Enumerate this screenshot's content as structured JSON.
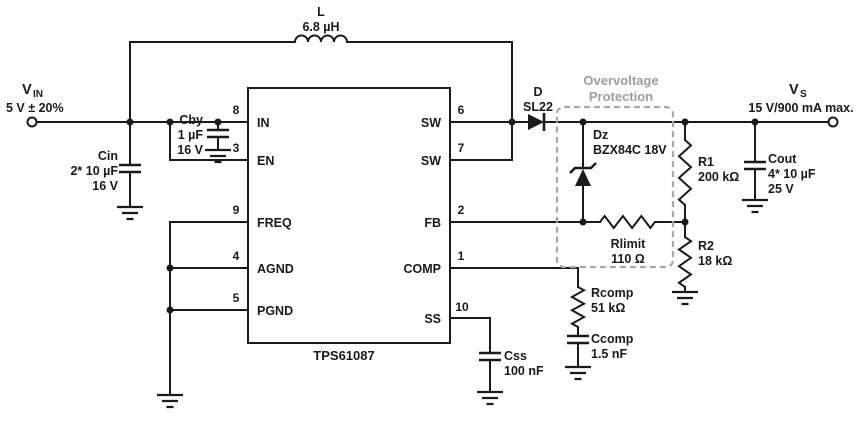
{
  "ic": {
    "part": "TPS61087",
    "pins_left": [
      {
        "num": "8",
        "name": "IN"
      },
      {
        "num": "3",
        "name": "EN"
      },
      {
        "num": "9",
        "name": "FREQ"
      },
      {
        "num": "4",
        "name": "AGND"
      },
      {
        "num": "5",
        "name": "PGND"
      }
    ],
    "pins_right": [
      {
        "num": "6",
        "name": "SW"
      },
      {
        "num": "7",
        "name": "SW"
      },
      {
        "num": "2",
        "name": "FB"
      },
      {
        "num": "1",
        "name": "COMP"
      },
      {
        "num": "10",
        "name": "SS"
      }
    ]
  },
  "input": {
    "symbol": "V",
    "sub": "IN",
    "value": "5 V ± 20%"
  },
  "output": {
    "symbol": "V",
    "sub": "S",
    "value": "15 V/900 mA max."
  },
  "inductor": {
    "ref": "L",
    "value": "6.8 µH"
  },
  "cin": {
    "ref": "Cin",
    "line1": "2* 10 µF",
    "line2": "16 V"
  },
  "cby": {
    "ref": "Cby",
    "line1": "1 µF",
    "line2": "16 V"
  },
  "diode": {
    "ref": "D",
    "value": "SL22"
  },
  "zener": {
    "ref": "Dz",
    "value": "BZX84C 18V"
  },
  "ovp": {
    "line1": "Overvoltage",
    "line2": "Protection"
  },
  "rlimit": {
    "ref": "Rlimit",
    "value": "110 Ω"
  },
  "r1": {
    "ref": "R1",
    "value": "200 kΩ"
  },
  "r2": {
    "ref": "R2",
    "value": "18 kΩ"
  },
  "cout": {
    "ref": "Cout",
    "line1": "4* 10 µF",
    "line2": "25 V"
  },
  "rcomp": {
    "ref": "Rcomp",
    "value": "51 kΩ"
  },
  "ccomp": {
    "ref": "Ccomp",
    "value": "1.5 nF"
  },
  "css": {
    "ref": "Css",
    "value": "100 nF"
  },
  "colors": {
    "wire": "#1a1a1a",
    "ovp_gray": "#9e9e9e",
    "background": "#ffffff"
  }
}
